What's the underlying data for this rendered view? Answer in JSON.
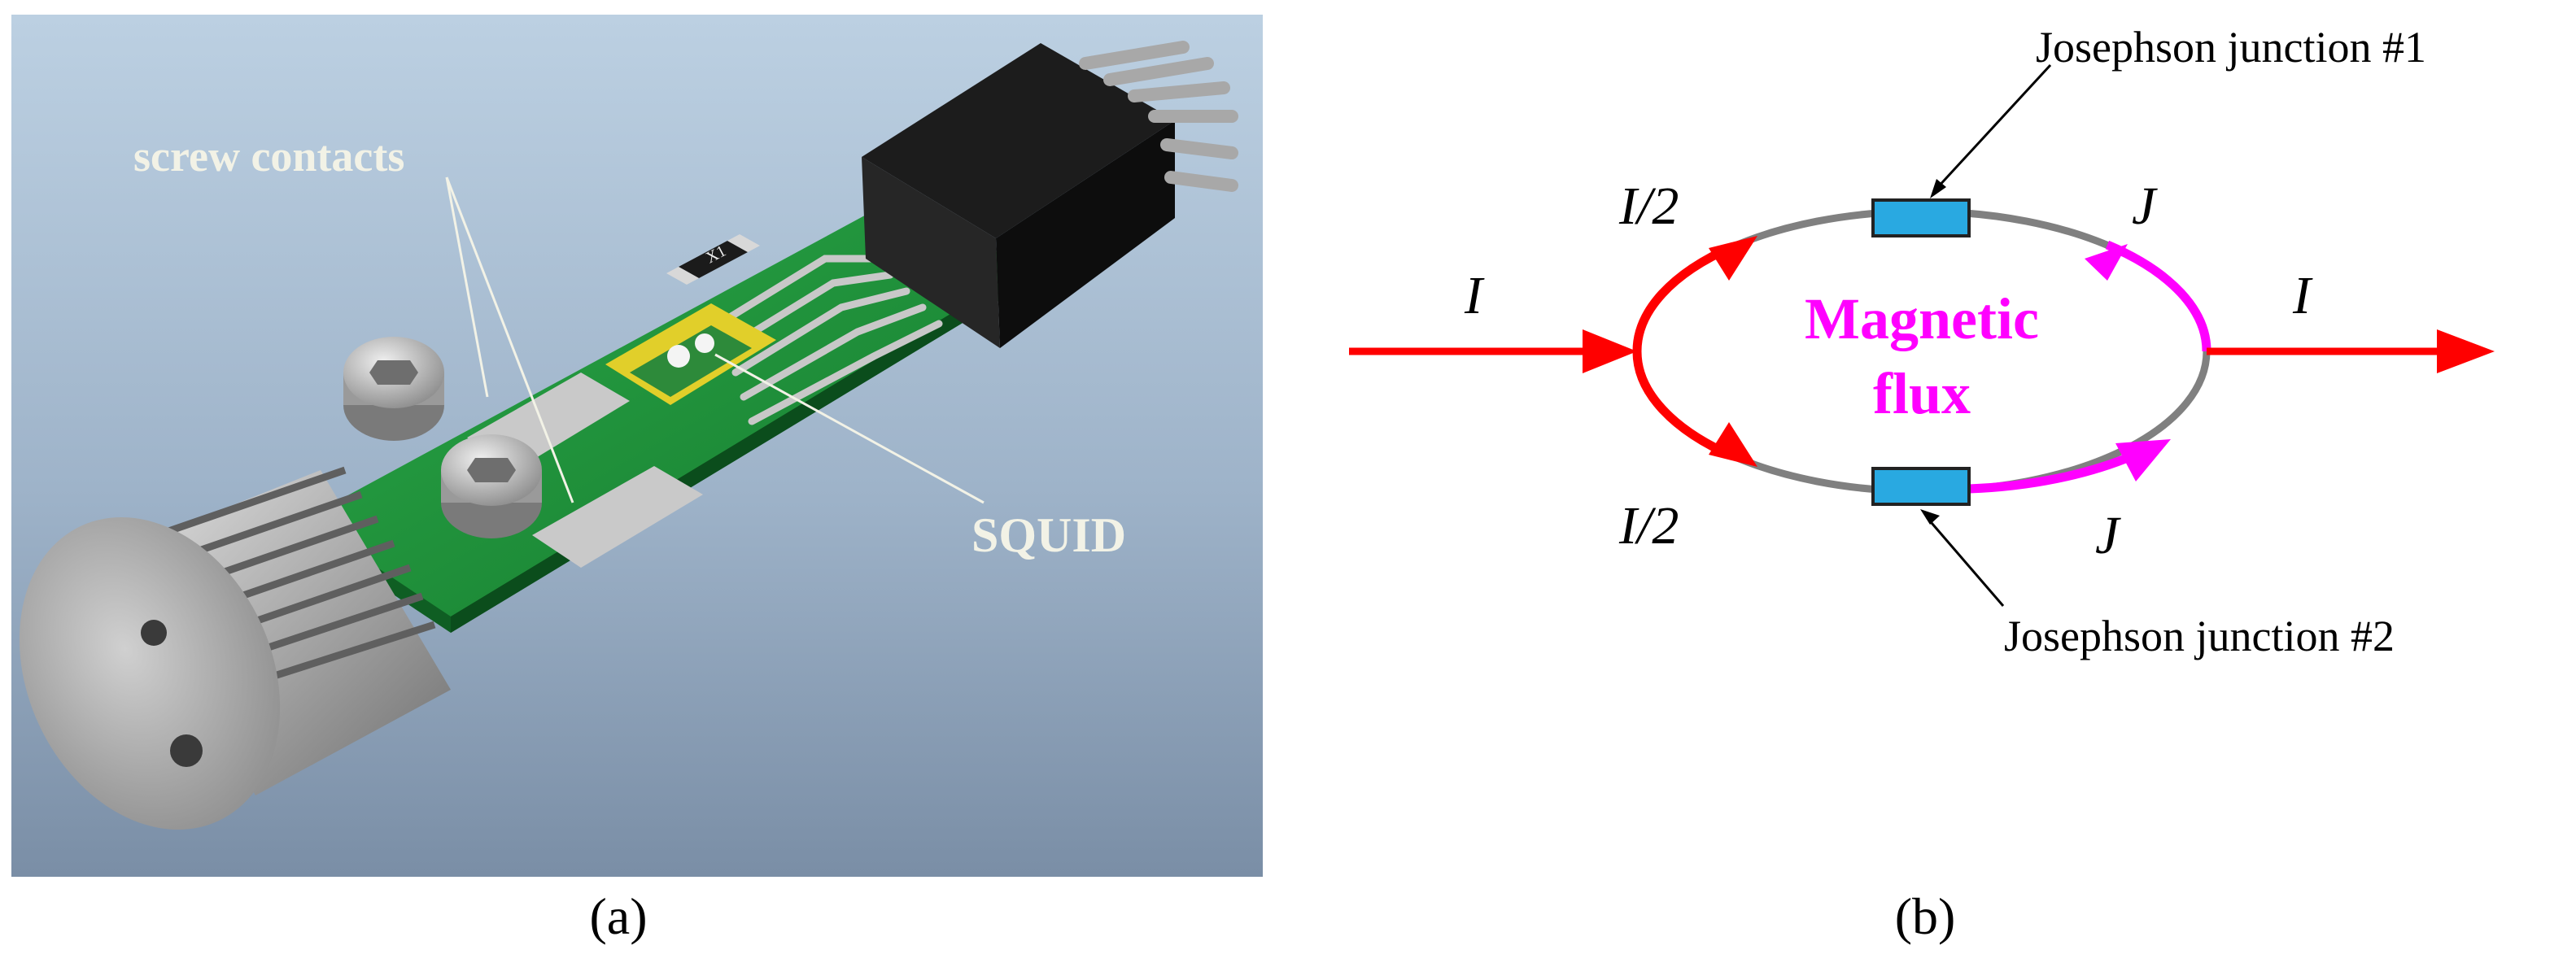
{
  "panel_a": {
    "labels": {
      "screw_contacts": "screw contacts",
      "squid": "SQUID",
      "chip_marking": "X1"
    },
    "caption": "(a)"
  },
  "panel_b": {
    "labels": {
      "current_in": "I",
      "current_out": "I",
      "half_top": "I/2",
      "half_bottom": "I/2",
      "j_top": "J",
      "j_bottom": "J",
      "flux_line1": "Magnetic",
      "flux_line2": "flux",
      "junction1": "Josephson junction #1",
      "junction2": "Josephson junction #2"
    },
    "caption": "(b)"
  },
  "colors": {
    "current": "#ff0000",
    "screening_current": "#ff00ff",
    "ring": "#808080",
    "junction": "#29a9e1",
    "pcb": "#1f8f3a",
    "gold": "#d9c400",
    "background_top": "#b9cde0",
    "background_bottom": "#7d91a8"
  }
}
